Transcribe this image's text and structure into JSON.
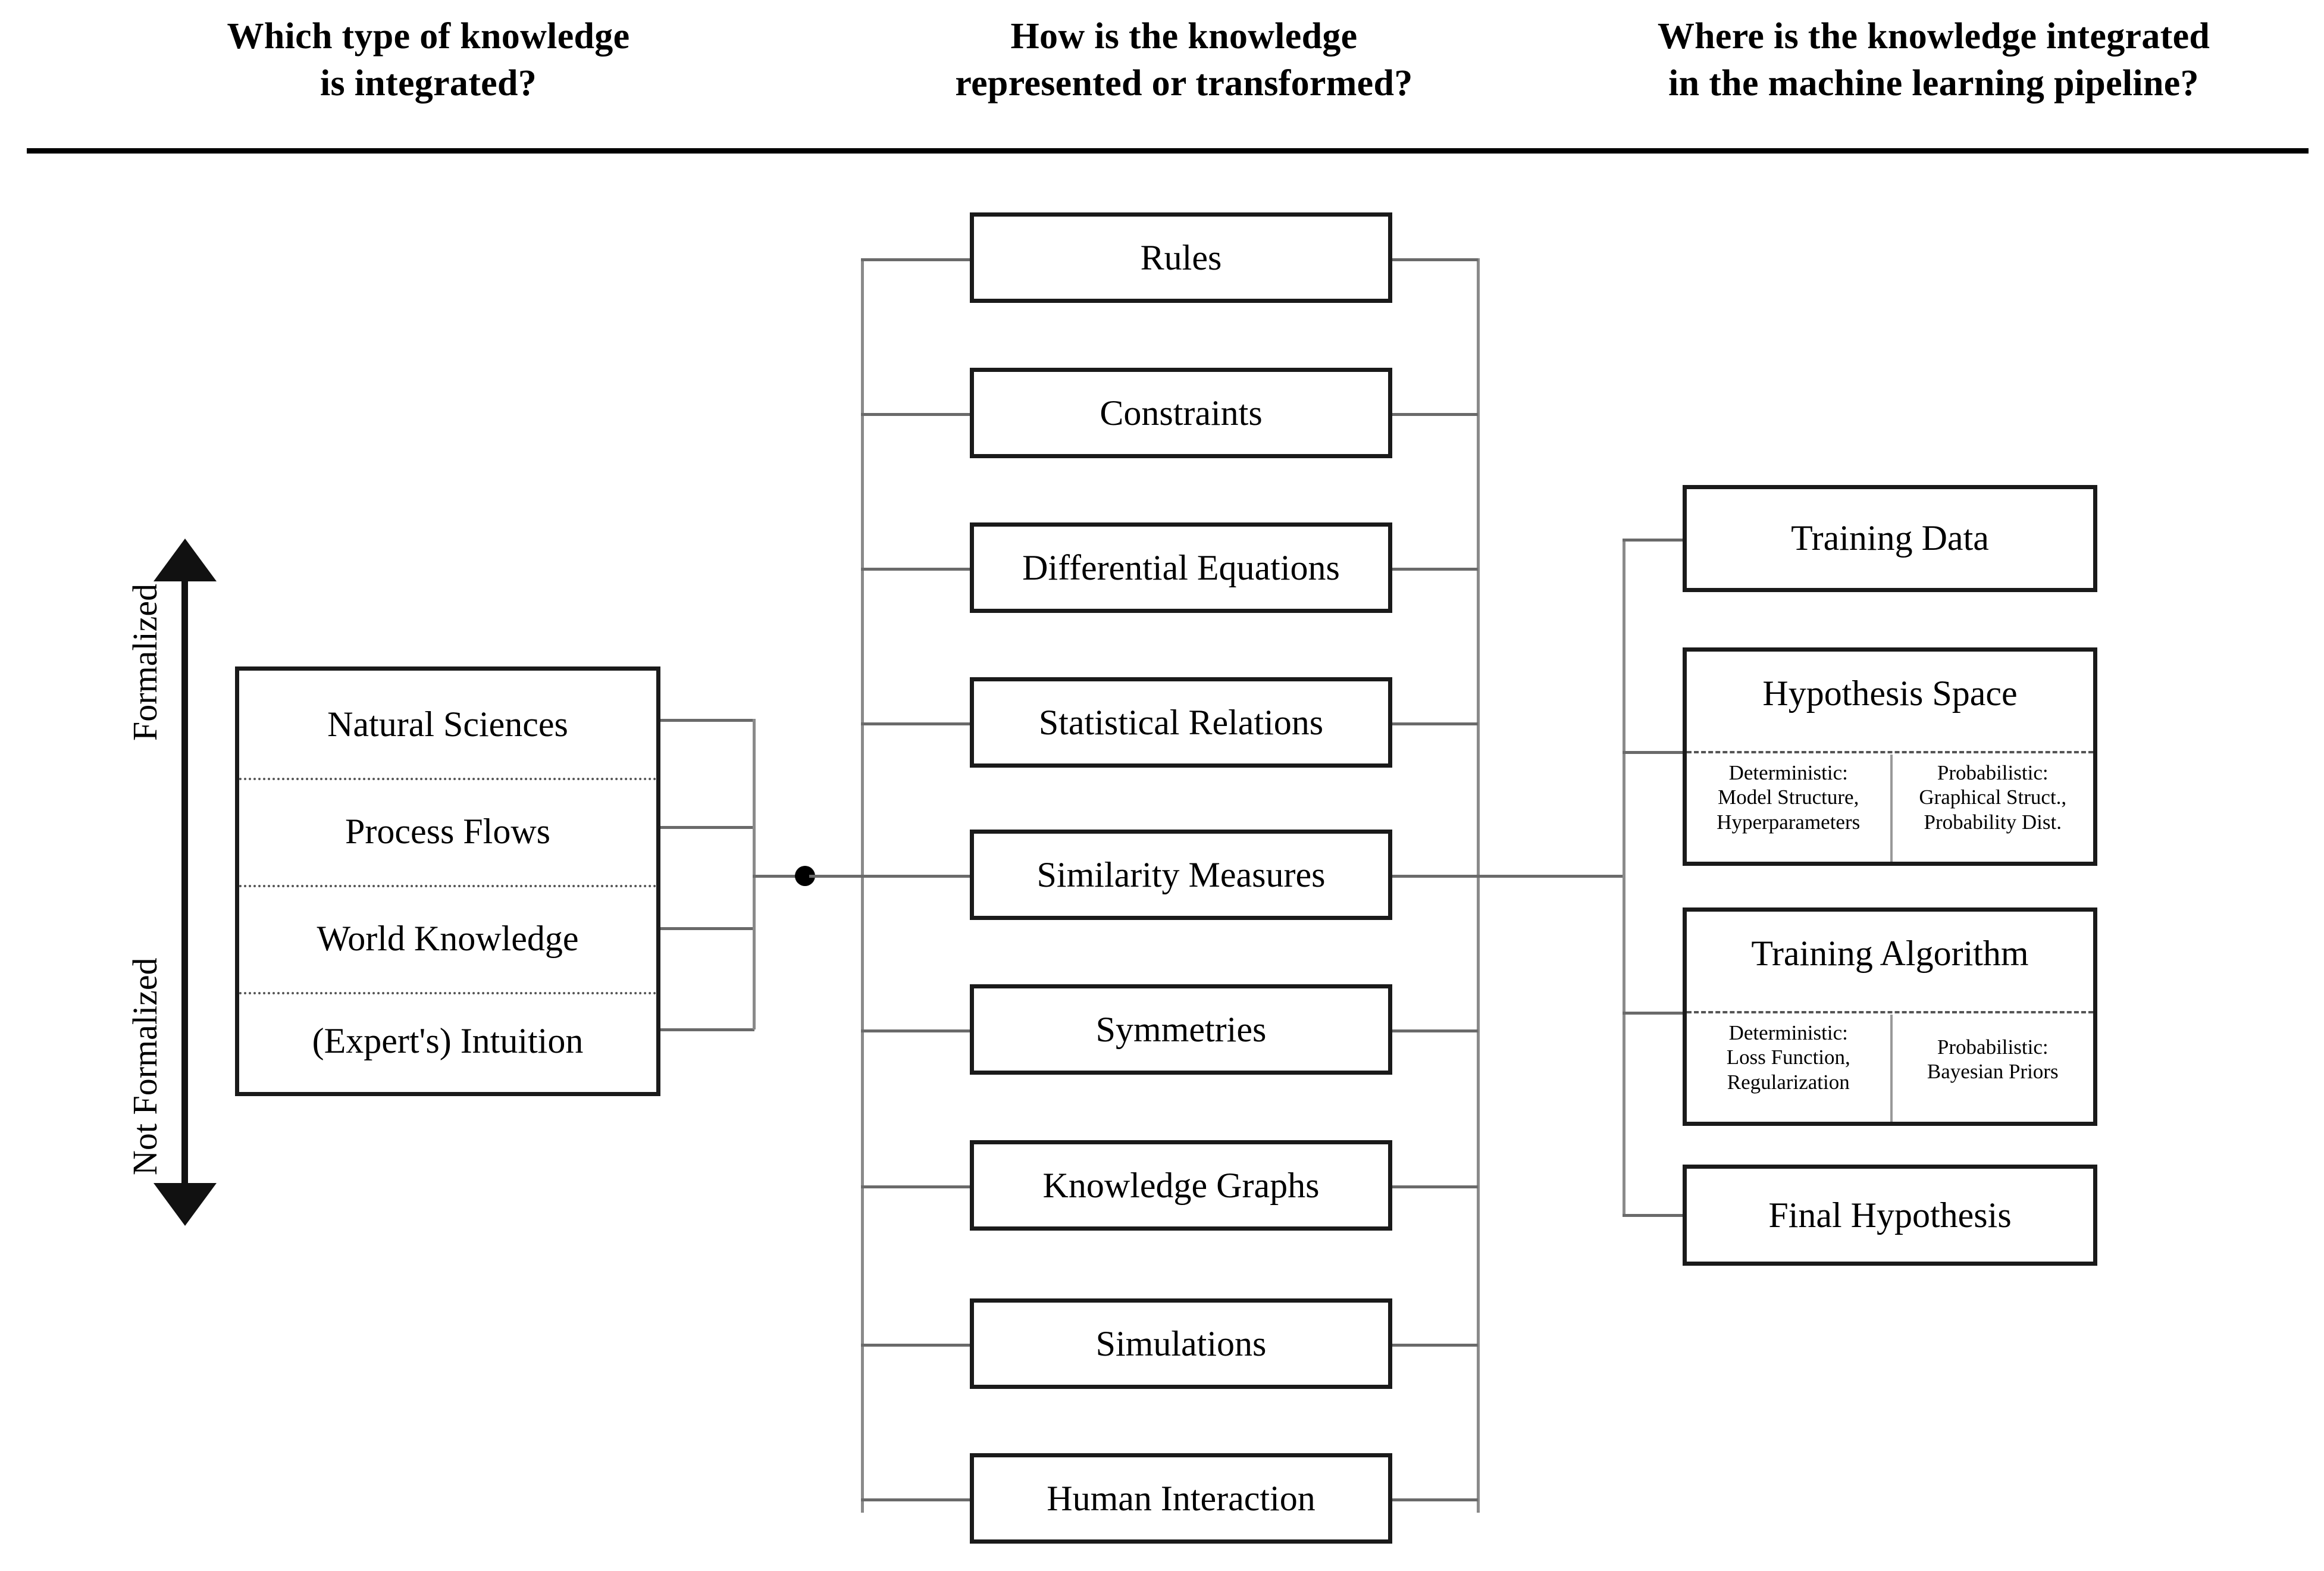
{
  "headers": {
    "left": "Which type of knowledge\nis integrated?",
    "left_line1": "Which type of knowledge",
    "left_line2": "is integrated?",
    "middle_line1": "How is the knowledge",
    "middle_line2": "represented or transformed?",
    "right_line1": "Where is the knowledge integrated",
    "right_line2": "in the machine learning pipeline?"
  },
  "axis": {
    "top_label": "Formalized",
    "bottom_label": "Not Formalized",
    "arrow": "double-headed-vertical-arrow"
  },
  "knowledge_types": {
    "rows": [
      {
        "label": "Natural Sciences"
      },
      {
        "label": "Process Flows"
      },
      {
        "label": "World Knowledge"
      },
      {
        "label": "(Expert's) Intuition"
      }
    ]
  },
  "representations": {
    "boxes": [
      {
        "label": "Rules"
      },
      {
        "label": "Constraints"
      },
      {
        "label": "Differential Equations"
      },
      {
        "label": "Statistical Relations"
      },
      {
        "label": "Similarity Measures"
      },
      {
        "label": "Symmetries"
      },
      {
        "label": "Knowledge Graphs"
      },
      {
        "label": "Simulations"
      },
      {
        "label": "Human Interaction"
      }
    ]
  },
  "pipeline": {
    "stages": [
      {
        "title": "Training Data",
        "has_subcells": false
      },
      {
        "title": "Hypothesis Space",
        "has_subcells": true,
        "deterministic": "Deterministic:\nModel Structure,\nHyperparameters",
        "probabilistic": "Probabilistic:\nGraphical Struct.,\nProbability Dist."
      },
      {
        "title": "Training Algorithm",
        "has_subcells": true,
        "deterministic": "Deterministic:\nLoss Function,\nRegularization",
        "probabilistic": "Probabilistic:\nBayesian Priors"
      },
      {
        "title": "Final Hypothesis",
        "has_subcells": false
      }
    ]
  },
  "colors": {
    "ink": "#000000",
    "box_border": "#1a1a1a",
    "connector": "#6a6a6a",
    "divider": "#555555",
    "background": "#ffffff"
  }
}
